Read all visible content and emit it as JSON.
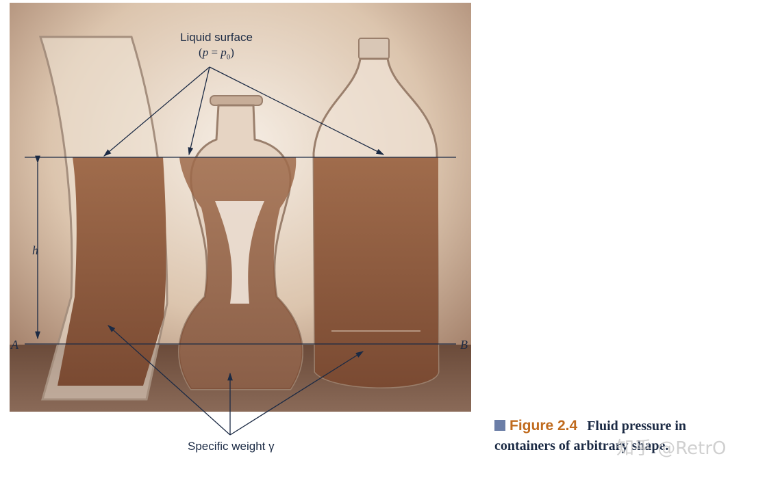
{
  "figure": {
    "labels": {
      "liquid_surface": "Liquid surface",
      "pressure_var": "p",
      "equals": " = ",
      "pressure_ref": "p",
      "pressure_ref_sub": "0",
      "height": "h",
      "point_a": "A",
      "point_b": "B",
      "specific_weight": "Specific weight γ"
    },
    "colors": {
      "annotation": "#1b2a44",
      "liquid": "#8a5a3e",
      "background": "#e7d9c9"
    }
  },
  "caption": {
    "figure_number": "Figure 2.4",
    "text_line1": "Fluid pressure in",
    "text_line2": "containers of arbitrary shape."
  },
  "watermark": "知乎 @RetrO"
}
